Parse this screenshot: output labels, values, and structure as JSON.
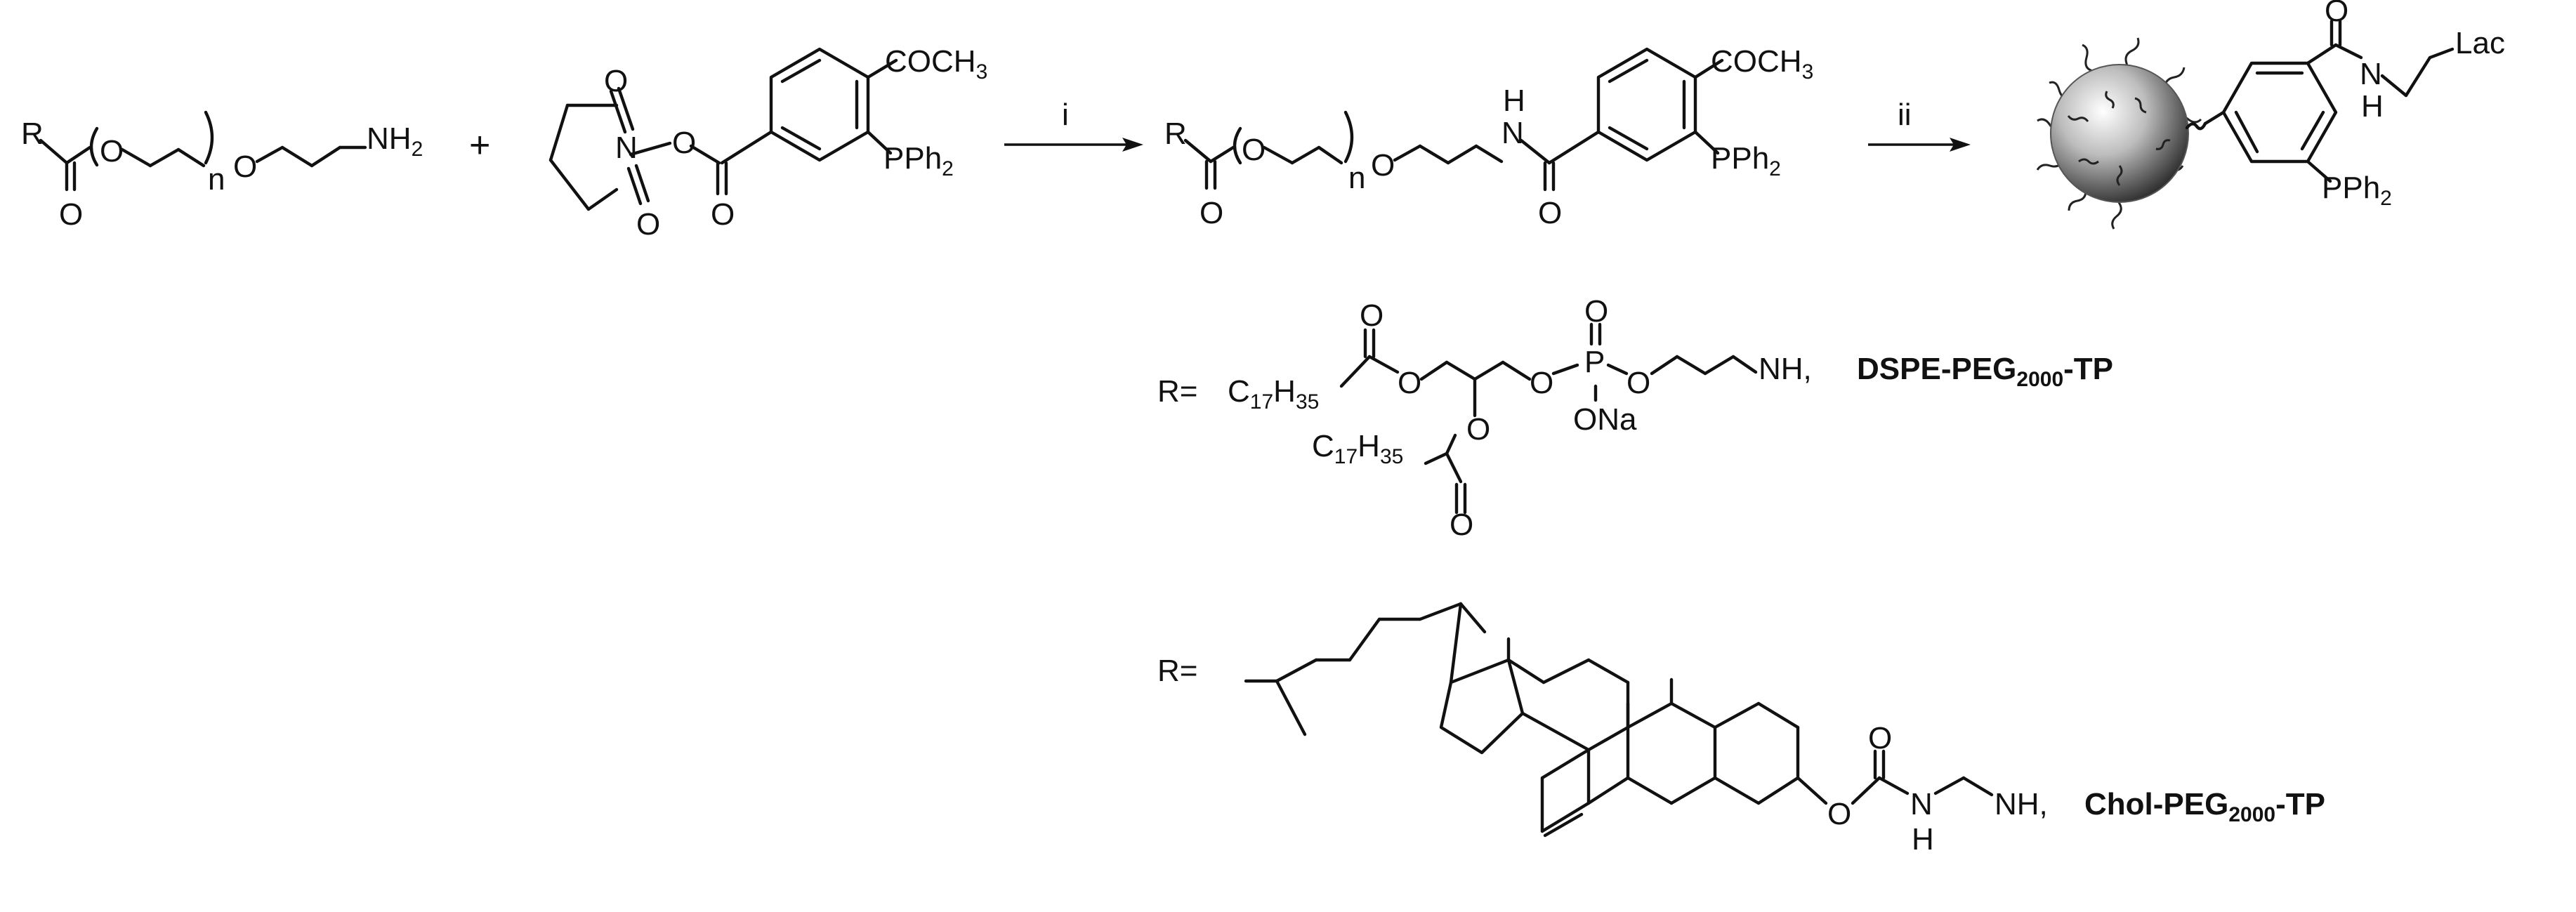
{
  "reaction": {
    "amine_reactant": {
      "r": "R",
      "o_left": "O",
      "o_bridge": "O",
      "o_carbonyl": "O",
      "n": "n",
      "amine": "NH",
      "amine_sub": "2"
    },
    "plus": "+",
    "nhs_ester": {
      "imide_n": "N",
      "o_link": "O",
      "o_top": "O",
      "o_bottom": "O",
      "o_carbonyl": "O",
      "acetyl": "COCH",
      "acetyl_sub": "3",
      "phosphine": "PPh",
      "phosphine_sub": "2"
    },
    "step_i": "i",
    "step_ii": "ii",
    "peg_product": {
      "r": "R",
      "o_left": "O",
      "o_bridge": "O",
      "o_carbonyl": "O",
      "n": "n",
      "amide_h": "H",
      "amide_n": "N",
      "amide_o": "O",
      "acetyl": "COCH",
      "acetyl_sub": "3",
      "phosphine": "PPh",
      "phosphine_sub": "2"
    },
    "nanoparticle": {
      "amide_o": "O",
      "amide_n": "N",
      "amide_h": "H",
      "lac": "Lac",
      "phosphine": "PPh",
      "phosphine_sub": "2"
    }
  },
  "r_groups": [
    {
      "prefix": "R=",
      "acyl1": "C",
      "acyl1_sub_a": "17",
      "acyl1_h": "H",
      "acyl1_sub_b": "35",
      "acyl2": "C",
      "acyl2_sub_a": "17",
      "acyl2_h": "H",
      "acyl2_sub_b": "35",
      "o_ester1": "O",
      "o_carbonyl1": "O",
      "o_ester2": "O",
      "o_carbonyl2": "O",
      "o_phos_left": "O",
      "p": "P",
      "p_o_top": "O",
      "o_phos_right": "O",
      "ona": "ONa",
      "nh": "NH,",
      "name_main": "DSPE-PEG",
      "name_sub": "2000",
      "name_tail": "-TP"
    },
    {
      "prefix": "R=",
      "o_link": "O",
      "o_carbonyl": "O",
      "n": "N",
      "n_h": "H",
      "nh": "NH,",
      "name_main": "Chol-PEG",
      "name_sub": "2000",
      "name_tail": "-TP"
    }
  ]
}
